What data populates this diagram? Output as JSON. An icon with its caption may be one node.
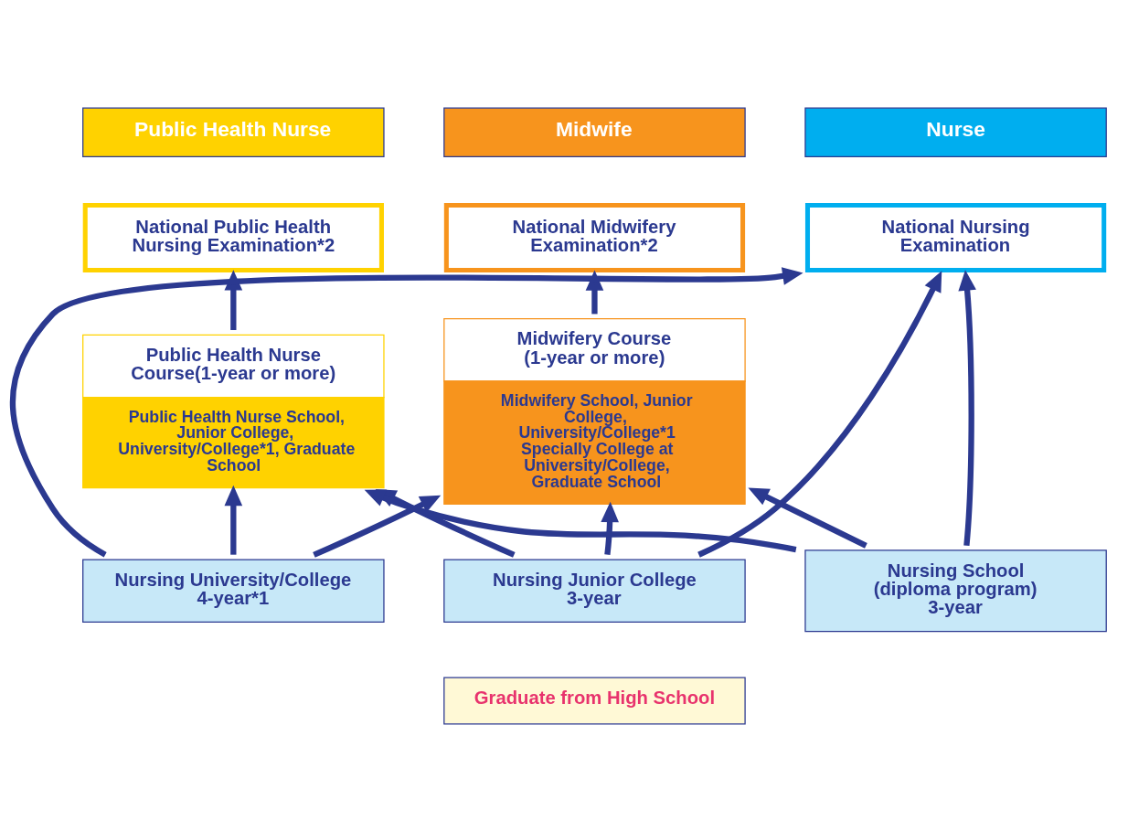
{
  "diagram": {
    "nodes": [
      {
        "text": [
          "Public Health Nurse"
        ]
      },
      {
        "text": [
          "Midwife"
        ]
      },
      {
        "text": [
          "Nurse"
        ]
      },
      {
        "text": [
          "National Public Health Nursing Examination*2"
        ]
      },
      {
        "text": [
          "National Midwifery Examination*2"
        ]
      },
      {
        "text": [
          "National Nursing Examination"
        ]
      },
      {
        "text": [
          "Public Health Nurse Course(1-year or more)",
          "Public Health Nurse School, Junior College, University/College*1, Graduate School"
        ]
      },
      {
        "text": [
          "Midwifery Course (1-year or more)",
          "Midwifery School, Junior College, University/College*1 Specially College at University/College, Graduate School"
        ]
      },
      {
        "text": [
          "Nursing University/College 4-year*1"
        ]
      },
      {
        "text": [
          "Nursing Junior College 3-year"
        ]
      },
      {
        "text": [
          "Nursing School (diploma program) 3-year"
        ]
      },
      {
        "text": [
          "Graduate from High School"
        ]
      }
    ],
    "edges": [
      {
        "from": 6,
        "to": 3,
        "arrow": "to"
      },
      {
        "from": 7,
        "to": 4,
        "arrow": "to"
      },
      {
        "from": 8,
        "to": 6,
        "arrow": "to"
      },
      {
        "from": 8,
        "to": 7,
        "arrow": "to"
      },
      {
        "from": 8,
        "to": 5,
        "arrow": "to"
      },
      {
        "from": 9,
        "to": 6,
        "arrow": "to"
      },
      {
        "from": 9,
        "to": 7,
        "arrow": "to"
      },
      {
        "from": 9,
        "to": 5,
        "arrow": "to"
      },
      {
        "from": 10,
        "to": 6,
        "arrow": "to"
      },
      {
        "from": 10,
        "to": 7,
        "arrow": "to"
      },
      {
        "from": 10,
        "to": 5,
        "arrow": "to"
      }
    ]
  }
}
